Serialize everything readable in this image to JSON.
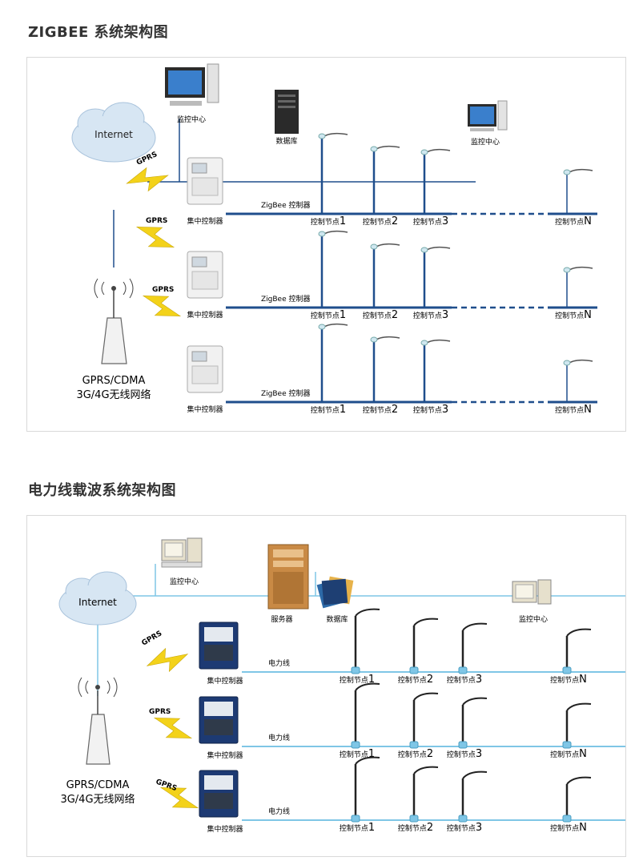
{
  "diagram1": {
    "title": "ZIGBEE 系统架构图",
    "internet": "Internet",
    "monitor_center_left": "监控中心",
    "database": "数据库",
    "monitor_center_right": "监控中心",
    "gprs": "GPRS",
    "network_line1": "GPRS/CDMA",
    "network_line2": "3G/4G无线网络",
    "concentrator": "集中控制器",
    "bus_label": "ZigBee 控制器",
    "node_prefix": "控制节点",
    "node_suffixes": [
      "1",
      "2",
      "3",
      "N"
    ]
  },
  "diagram2": {
    "title": "电力线载波系统架构图",
    "internet": "Internet",
    "monitor_center_left": "监控中心",
    "server": "服务器",
    "database": "数据库",
    "monitor_center_right": "监控中心",
    "gprs": "GPRS",
    "network_line1": "GPRS/CDMA",
    "network_line2": "3G/4G无线网络",
    "concentrator": "集中控制器",
    "bus_label": "电力线",
    "node_prefix": "控制节点",
    "node_suffixes": [
      "1",
      "2",
      "3",
      "N"
    ]
  },
  "colors": {
    "link_line": "#1f4e8c",
    "power_line": "#7fc6e6",
    "bolt": "#f3d21a",
    "cloud": "#d7e6f3"
  }
}
